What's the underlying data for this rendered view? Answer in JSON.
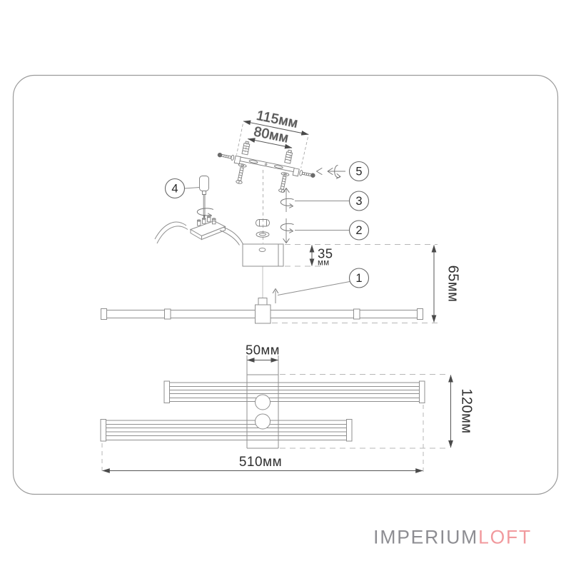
{
  "page": {
    "background": "#ffffff"
  },
  "diagram": {
    "border_color": "#9b9b9b",
    "dims": {
      "bracket_overall": "115мм",
      "bracket_holes": "80мм",
      "canopy_height": "35",
      "canopy_height_unit": "мм",
      "mount_height": "65мм",
      "post_width": "50мм",
      "overall_length": "510мм",
      "overall_depth": "120мм"
    },
    "callouts": {
      "c1": "1",
      "c2": "2",
      "c3": "3",
      "c4": "4",
      "c5": "5"
    }
  },
  "brand": {
    "primary_text": "IMPERIUM",
    "accent_text": "LOFT",
    "primary_color": "#8d8d92",
    "accent_color": "#f19a9e"
  }
}
